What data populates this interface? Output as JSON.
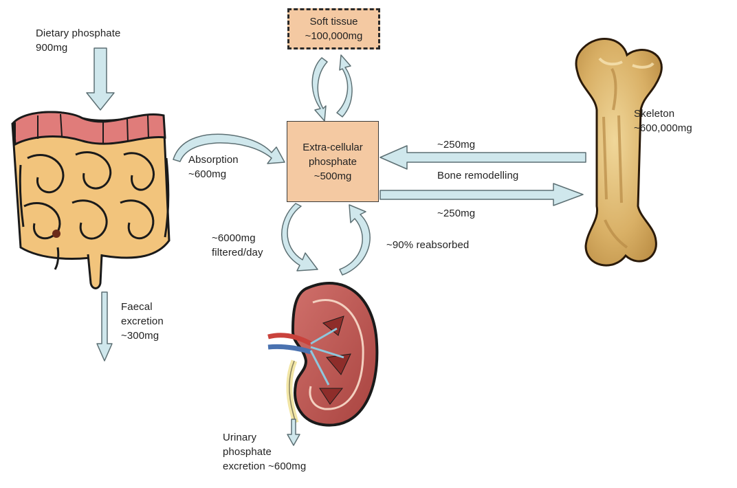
{
  "colors": {
    "arrow_fill": "#cfe7ec",
    "arrow_stroke": "#5c6f73",
    "box_fill": "#f4c9a2",
    "intestine": "#f0c27a",
    "bone": "#d8b06a",
    "kidney": "#b5504e"
  },
  "icons": [
    "intestine-illustration",
    "bone-illustration",
    "kidney-illustration"
  ],
  "nodes": {
    "soft_tissue": "Soft tissue\n~100,000mg",
    "extracellular": "Extra-cellular\nphosphate\n~500mg",
    "skeleton": "Skeleton\n~600,000mg"
  },
  "flows": {
    "dietary": "Dietary phosphate\n900mg",
    "absorption": "Absorption\n~600mg",
    "faecal": "Faecal\nexcretion\n~300mg",
    "bone_in": "~250mg",
    "bone_remodelling": "Bone remodelling",
    "bone_out": "~250mg",
    "filtered": "~6000mg\nfiltered/day",
    "reabsorbed": "~90% reabsorbed",
    "urinary": "Urinary\nphosphate\nexcretion ~600mg"
  }
}
